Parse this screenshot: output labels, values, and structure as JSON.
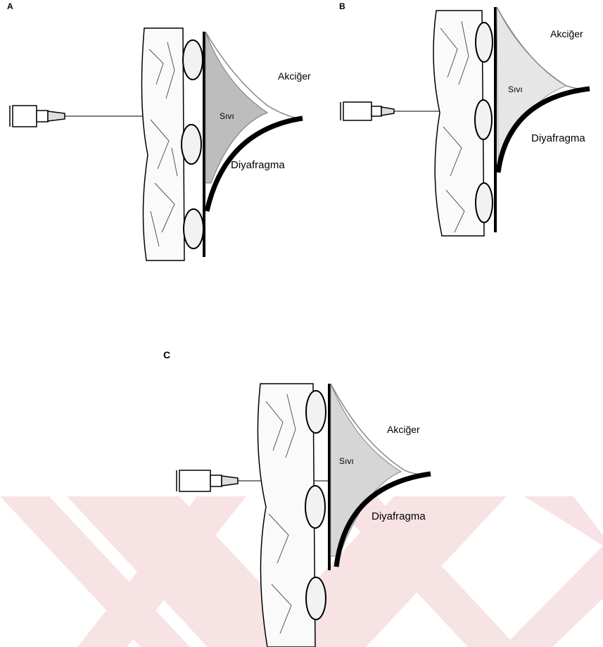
{
  "panels": [
    {
      "letter": "A",
      "labels": {
        "lung": "Akciğer",
        "fluid": "Sıvı",
        "diaphragm": "Diyafragma"
      }
    },
    {
      "letter": "B",
      "labels": {
        "lung": "Akciğer",
        "fluid": "Sıvı",
        "diaphragm": "Diyafragma"
      }
    },
    {
      "letter": "C",
      "labels": {
        "lung": "Akciğer",
        "fluid": "Sıvı",
        "diaphragm": "Diyafragma"
      }
    }
  ],
  "colors": {
    "watermark": "#c0182a",
    "ink": "#000000",
    "fluid": "#bdbdbd"
  }
}
